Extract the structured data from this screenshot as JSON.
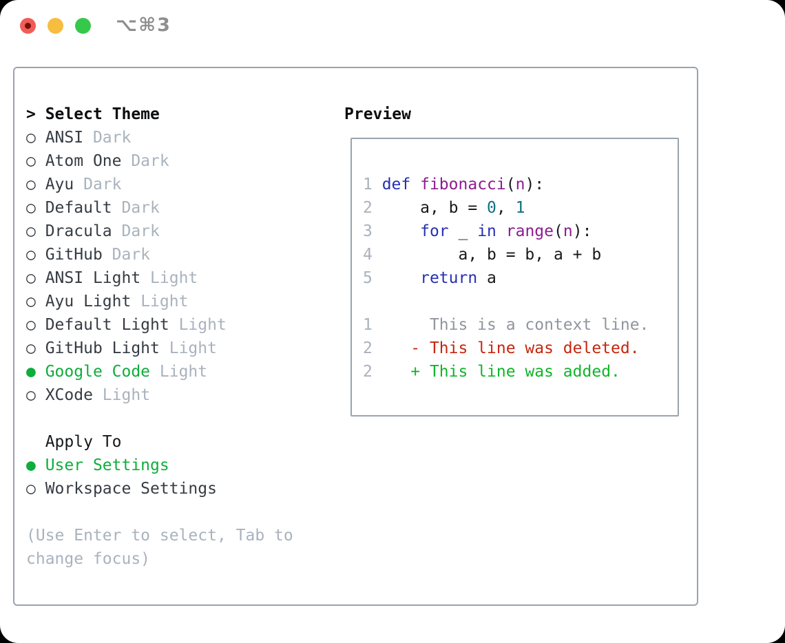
{
  "window": {
    "title": "⌥⌘3",
    "traffic_lights": [
      {
        "name": "close-button",
        "color": "#f15c56"
      },
      {
        "name": "minimize-button",
        "color": "#f6bd40"
      },
      {
        "name": "zoom-button",
        "color": "#36c84b"
      }
    ]
  },
  "theme_picker": {
    "header": {
      "prompt": ">",
      "label": "Select Theme"
    },
    "themes": [
      {
        "marker": "○",
        "name": "ANSI",
        "variant": "Dark",
        "selected": false
      },
      {
        "marker": "○",
        "name": "Atom One",
        "variant": "Dark",
        "selected": false
      },
      {
        "marker": "○",
        "name": "Ayu",
        "variant": "Dark",
        "selected": false
      },
      {
        "marker": "○",
        "name": "Default",
        "variant": "Dark",
        "selected": false
      },
      {
        "marker": "○",
        "name": "Dracula",
        "variant": "Dark",
        "selected": false
      },
      {
        "marker": "○",
        "name": "GitHub",
        "variant": "Dark",
        "selected": false
      },
      {
        "marker": "○",
        "name": "ANSI Light",
        "variant": "Light",
        "selected": false
      },
      {
        "marker": "○",
        "name": "Ayu Light",
        "variant": "Light",
        "selected": false
      },
      {
        "marker": "○",
        "name": "Default Light",
        "variant": "Light",
        "selected": false
      },
      {
        "marker": "○",
        "name": "GitHub Light",
        "variant": "Light",
        "selected": false
      },
      {
        "marker": "●",
        "name": "Google Code",
        "variant": "Light",
        "selected": true
      },
      {
        "marker": "○",
        "name": "XCode",
        "variant": "Light",
        "selected": false
      }
    ],
    "apply_to": {
      "label": "Apply To",
      "options": [
        {
          "marker": "●",
          "name": "User Settings",
          "selected": true
        },
        {
          "marker": "○",
          "name": "Workspace Settings",
          "selected": false
        }
      ]
    },
    "hint_lines": [
      "(Use Enter to select, Tab to",
      "change focus)"
    ]
  },
  "preview": {
    "label": "Preview",
    "code_lines": [
      {
        "num": "1",
        "tokens": [
          {
            "t": "def",
            "c": "kw"
          },
          {
            "t": " ",
            "c": "pl"
          },
          {
            "t": "fibonacci",
            "c": "fn"
          },
          {
            "t": "(",
            "c": "pl"
          },
          {
            "t": "n",
            "c": "fn"
          },
          {
            "t": "):",
            "c": "pl"
          }
        ]
      },
      {
        "num": "2",
        "tokens": [
          {
            "t": "    a, b = ",
            "c": "pl"
          },
          {
            "t": "0",
            "c": "lit"
          },
          {
            "t": ", ",
            "c": "pl"
          },
          {
            "t": "1",
            "c": "lit"
          }
        ]
      },
      {
        "num": "3",
        "tokens": [
          {
            "t": "    ",
            "c": "pl"
          },
          {
            "t": "for",
            "c": "kw"
          },
          {
            "t": " _ ",
            "c": "pl"
          },
          {
            "t": "in",
            "c": "kw"
          },
          {
            "t": " ",
            "c": "pl"
          },
          {
            "t": "range",
            "c": "fn"
          },
          {
            "t": "(",
            "c": "pl"
          },
          {
            "t": "n",
            "c": "fn"
          },
          {
            "t": "):",
            "c": "pl"
          }
        ]
      },
      {
        "num": "4",
        "tokens": [
          {
            "t": "        a, b = b, a + b",
            "c": "pl"
          }
        ]
      },
      {
        "num": "5",
        "tokens": [
          {
            "t": "    ",
            "c": "pl"
          },
          {
            "t": "return",
            "c": "kw"
          },
          {
            "t": " a",
            "c": "pl"
          }
        ]
      }
    ],
    "diff_lines": [
      {
        "num": "1",
        "text": "      This is a context line.",
        "type": "context"
      },
      {
        "num": "2",
        "text": "    - This line was deleted.",
        "type": "deleted"
      },
      {
        "num": "2",
        "text": "    + This line was added.",
        "type": "added"
      }
    ]
  },
  "colors": {
    "selected_green": "#0fad3c",
    "muted_gray": "#a9b2bd",
    "item_text": "#363c43",
    "panel_border": "#9aa3ae",
    "syntax_keyword": "#2630b2",
    "syntax_function": "#8e1b90",
    "syntax_literal": "#0e7080",
    "diff_context": "#8f969e",
    "diff_deleted": "#c7260e",
    "diff_added": "#11b42a"
  }
}
